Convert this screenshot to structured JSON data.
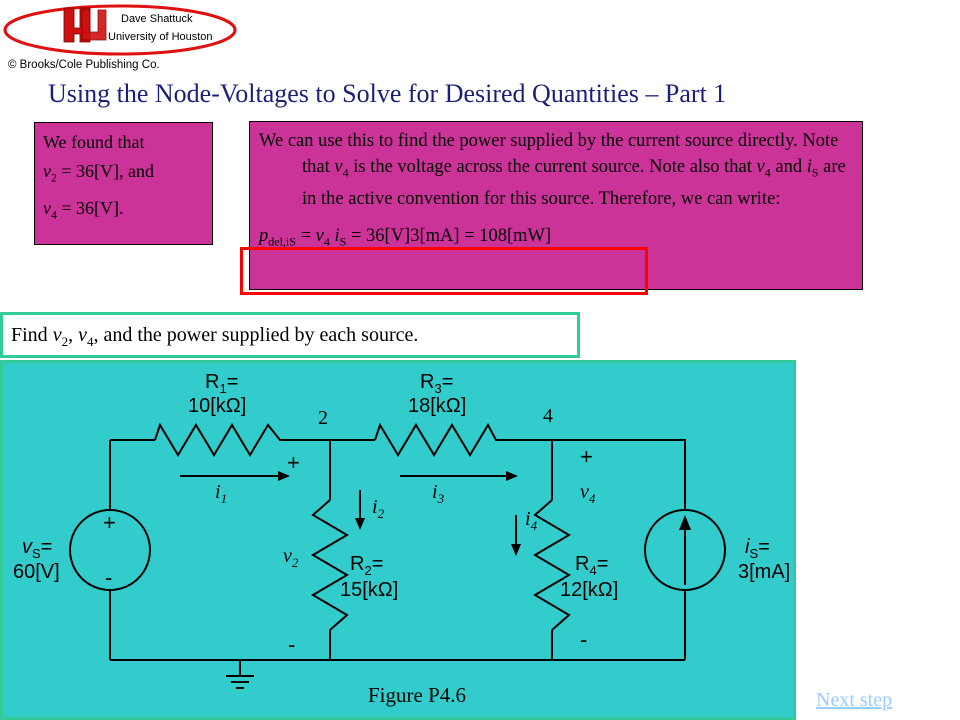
{
  "header": {
    "author": "Dave Shattuck",
    "institution": "University of Houston",
    "copyright": "© Brooks/Cole Publishing Co."
  },
  "title": "Using the Node-Voltages to Solve for Desired Quantities – Part 1",
  "left_box": {
    "line1": "We found that",
    "line2_var": "v",
    "line2_sub": "2",
    "line2_rest": " = 36[V], and",
    "line3_var": "v",
    "line3_sub": "4",
    "line3_rest": " = 36[V]."
  },
  "right_box": {
    "t1": "We can use this to find the power supplied by the current source directly.  Note that ",
    "t2": " is the voltage across the current source.  Note also that ",
    "t3": " and ",
    "t4": " are in the active convention for this source.  Therefore, we can write:",
    "v4": "v",
    "v4_sub": "4",
    "is": "i",
    "is_sub": "S",
    "eq_p": "p",
    "eq_p_sub": "del,iS",
    "eq_mid": " = ",
    "eq_rest": " = 36[V]3[mA] = 108[mW]"
  },
  "prompt": {
    "t1": "Find ",
    "t2": ", ",
    "t3": ", and the power supplied by each source.",
    "v": "v",
    "sub2": "2",
    "sub4": "4"
  },
  "circuit": {
    "r1_label": "R",
    "r1_sub": "1",
    "r1_value": "10[kΩ]",
    "r3_label": "R",
    "r3_sub": "3",
    "r3_value": "18[kΩ]",
    "r2_label": "R",
    "r2_sub": "2",
    "r2_value": "15[kΩ]",
    "r4_label": "R",
    "r4_sub": "4",
    "r4_value": "12[kΩ]",
    "node2": "2",
    "node4": "4",
    "vs_label": "v",
    "vs_sub": "S",
    "vs_value": "60[V]",
    "is_label": "i",
    "is_sub": "S",
    "is_value": "3[mA]",
    "i1": "i",
    "i1_sub": "1",
    "i2": "i",
    "i2_sub": "2",
    "i3": "i",
    "i3_sub": "3",
    "i4": "i",
    "i4_sub": "4",
    "v2": "v",
    "v2_sub": "2",
    "v4": "v",
    "v4_sub": "4",
    "plus": "+",
    "minus": "-",
    "figure_caption": "Figure P4.6"
  },
  "next_step": "Next step",
  "colors": {
    "magenta": "#cc3399",
    "cyan": "#33cccc",
    "highlight": "#ff0000",
    "title": "#1c1f78",
    "logo_red": "#e01010",
    "link": "#99ccff"
  }
}
